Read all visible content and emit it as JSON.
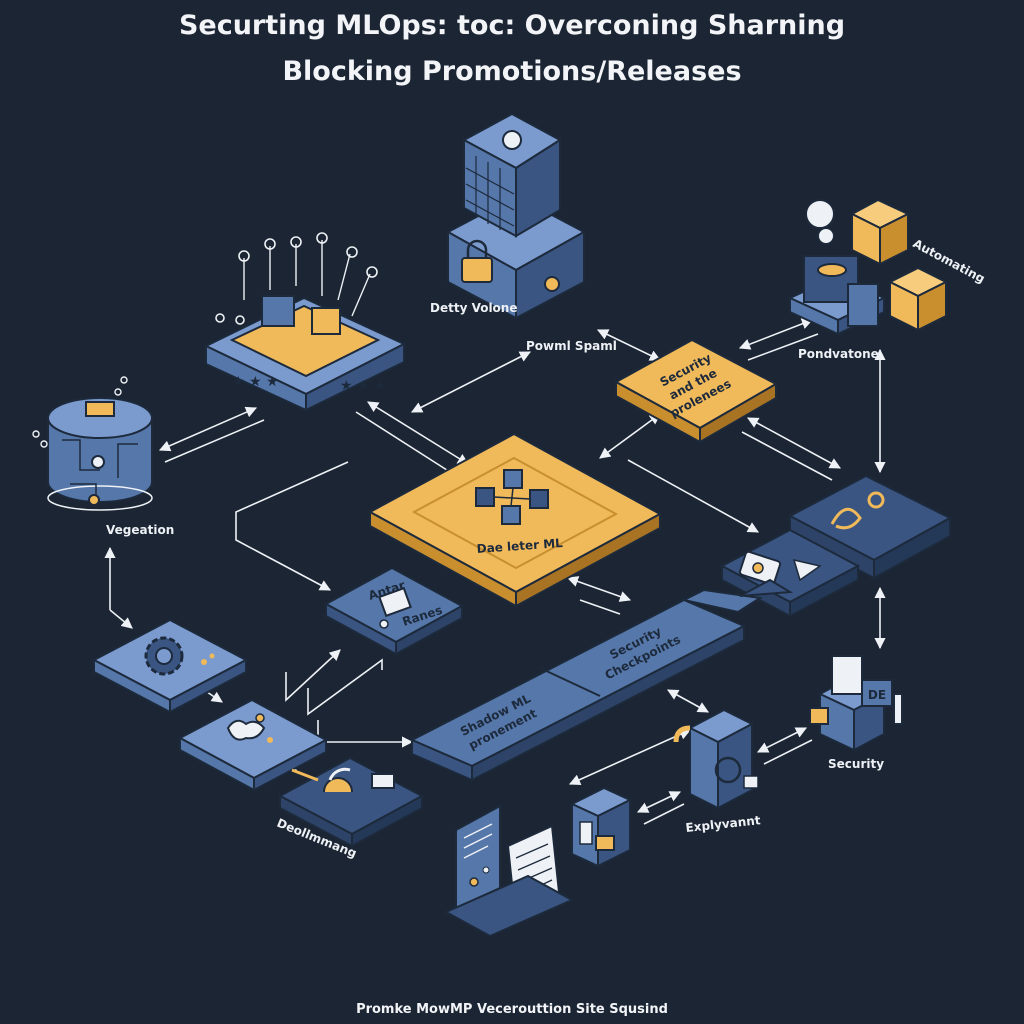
{
  "title": {
    "line1": "Securting MLOps: toc: Overconing Sharning",
    "line2": "Blocking Promotions/Releases"
  },
  "footer": "Promke MowMP Vecerouttion Site Squsind",
  "labels": {
    "data_volume": "Detty Volone",
    "promo_spaml": "Powml Spaml",
    "automating": "Automating",
    "pondvatone": "Pondvatone",
    "sec_prot_1": "Security",
    "sec_prot_2": "and the",
    "sec_prot_3": "prolenees",
    "vegetation": "Vegeation",
    "center": "Dae leter ML",
    "anter_1": "Antar",
    "anter_2": "Ranes",
    "checkpoints_1": "Security",
    "checkpoints_2": "Checkpoints",
    "shadow_1": "Shadow ML",
    "shadow_2": "pronement",
    "security": "Security",
    "explyvant": "Explyvannt",
    "deployment": "Deollmmang",
    "de_badge": "DE"
  },
  "colors": {
    "background": "#1b2533",
    "blue": "#5677a9",
    "blue_light": "#7b9bcf",
    "blue_dark": "#3a5582",
    "orange": "#f0b95a",
    "orange_dark": "#c98f2e",
    "ink": "#1d2a3c",
    "line": "#eef1f5"
  }
}
